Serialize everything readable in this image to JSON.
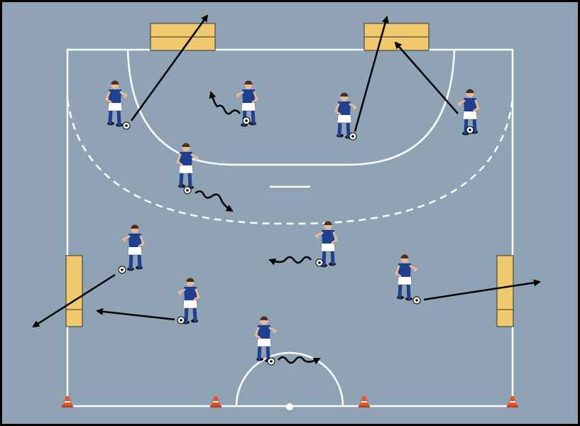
{
  "colors": {
    "pitch": "#8fa3b5",
    "lines": "#ffffff",
    "goal": "#f0c96e",
    "shirt": "#1f3f8f",
    "shorts": "#ffffff",
    "arrow": "#000000",
    "cone": "#e2542a"
  },
  "players": [
    {
      "id": 1,
      "facing": "right"
    },
    {
      "id": 2,
      "facing": "left"
    },
    {
      "id": 3,
      "facing": "down"
    },
    {
      "id": 4,
      "facing": "left"
    },
    {
      "id": 5,
      "facing": "right"
    },
    {
      "id": 6,
      "facing": "left"
    },
    {
      "id": 7,
      "facing": "left"
    },
    {
      "id": 8,
      "facing": "left"
    },
    {
      "id": 9,
      "facing": "right"
    },
    {
      "id": 10,
      "facing": "right"
    }
  ],
  "cones_count": 4
}
